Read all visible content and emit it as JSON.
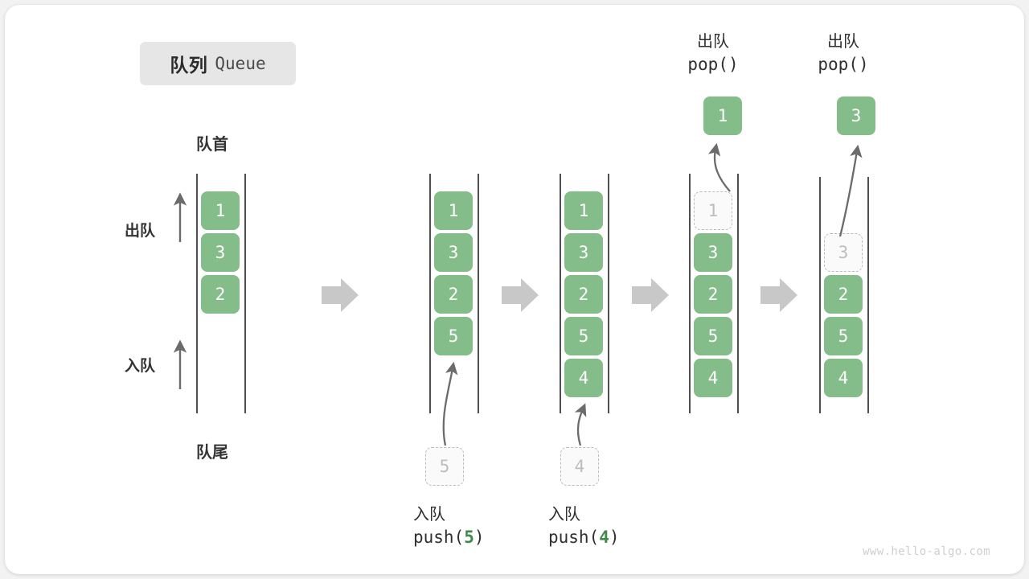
{
  "title": {
    "cn": "队列",
    "en": "Queue"
  },
  "labels": {
    "head": "队首",
    "tail": "队尾",
    "dequeue": "出队",
    "enqueue": "入队"
  },
  "colors": {
    "box_fill": "#84bd8a",
    "box_text": "#ffffff",
    "ghost_fill": "#fafafa",
    "ghost_border": "#bcbcbc",
    "ghost_text": "#bdbdbd",
    "rail": "#4f4f4f",
    "arrow_gray": "#c8c8c8",
    "curve_arrow": "#6b6b6b",
    "accent_green": "#3f8a48",
    "card_bg": "#ffffff",
    "page_bg": "#f2f2f2",
    "chip_bg": "#e6e6e6"
  },
  "steps": [
    {
      "name": "initial",
      "items": [
        "1",
        "3",
        "2"
      ],
      "ghost_index": null,
      "ghost_value": null,
      "caption_cn": null,
      "caption_code": null
    },
    {
      "name": "after-push-5",
      "items": [
        "1",
        "3",
        "2",
        "5"
      ],
      "ghost_index": null,
      "ghost_value": null,
      "caption_cn": "入队",
      "caption_code_prefix": "push(",
      "caption_code_num": "5",
      "caption_code_suffix": ")",
      "floating_value": "5"
    },
    {
      "name": "after-push-4",
      "items": [
        "1",
        "3",
        "2",
        "5",
        "4"
      ],
      "ghost_index": null,
      "ghost_value": null,
      "caption_cn": "入队",
      "caption_code_prefix": "push(",
      "caption_code_num": "4",
      "caption_code_suffix": ")",
      "floating_value": "4"
    },
    {
      "name": "pop-1",
      "items": [
        "1",
        "3",
        "2",
        "5",
        "4"
      ],
      "ghost_index": 0,
      "ghost_value": "1",
      "top_caption_cn": "出队",
      "top_caption_code": "pop()",
      "popped_value": "1"
    },
    {
      "name": "pop-3",
      "items": [
        "3",
        "2",
        "5",
        "4"
      ],
      "ghost_index": 0,
      "ghost_value": "3",
      "top_caption_cn": "出队",
      "top_caption_code": "pop()",
      "popped_value": "3"
    }
  ],
  "watermark": "www.hello-algo.com"
}
